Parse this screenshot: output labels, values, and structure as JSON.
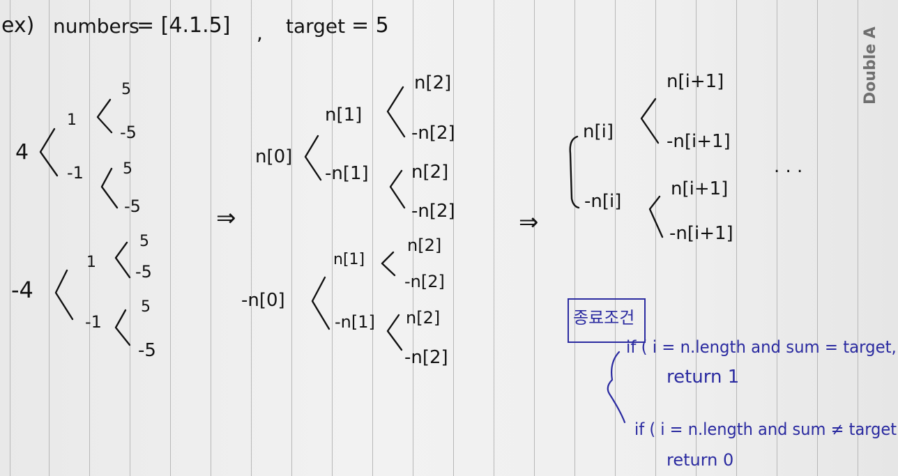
{
  "example": {
    "prefix": "ex)",
    "numbers_label": "numbers",
    "numbers_value": "= [4.1.5]",
    "comma": ",",
    "target_label": "target",
    "target_value": "= 5"
  },
  "brand": "Double A",
  "tree1": {
    "a": "4",
    "b": "1",
    "c": "5",
    "d": "-5",
    "e": "-1",
    "f": "5",
    "g": "-5",
    "h": "-4",
    "i": "1",
    "j": "5",
    "k": "-5",
    "l": "-1",
    "m": "5",
    "n": "-5"
  },
  "arrow": "⇒",
  "tree2": {
    "n0": "n[0]",
    "n1a": "n[1]",
    "n2a": "n[2]",
    "n2b": "-n[2]",
    "n1b": "-n[1]",
    "n2c": "n[2]",
    "n2d": "-n[2]",
    "mn0": "-n[0]",
    "n1c": "n[1]",
    "n2e": "n[2]",
    "n2f": "-n[2]",
    "n1d": "-n[1]",
    "n2g": "n[2]",
    "n2h": "-n[2]"
  },
  "tree3": {
    "ni": "n[i]",
    "ni1a": "n[i+1]",
    "ni1b": "-n[i+1]",
    "mni": "-n[i]",
    "ni1c": "n[i+1]",
    "ni1d": "-n[i+1]",
    "dots": ". . ."
  },
  "condition": {
    "title": "종료조건",
    "line1": "if ( i = n.length and sum = target,",
    "line2": "return 1",
    "line3": "if ( i = n.length and sum ≠ target",
    "line4": "return 0"
  },
  "colors": {
    "ink": "#111111",
    "blue_ink": "#2a2aa0",
    "paper": "#efefef",
    "rule": "#b7b7b7"
  }
}
